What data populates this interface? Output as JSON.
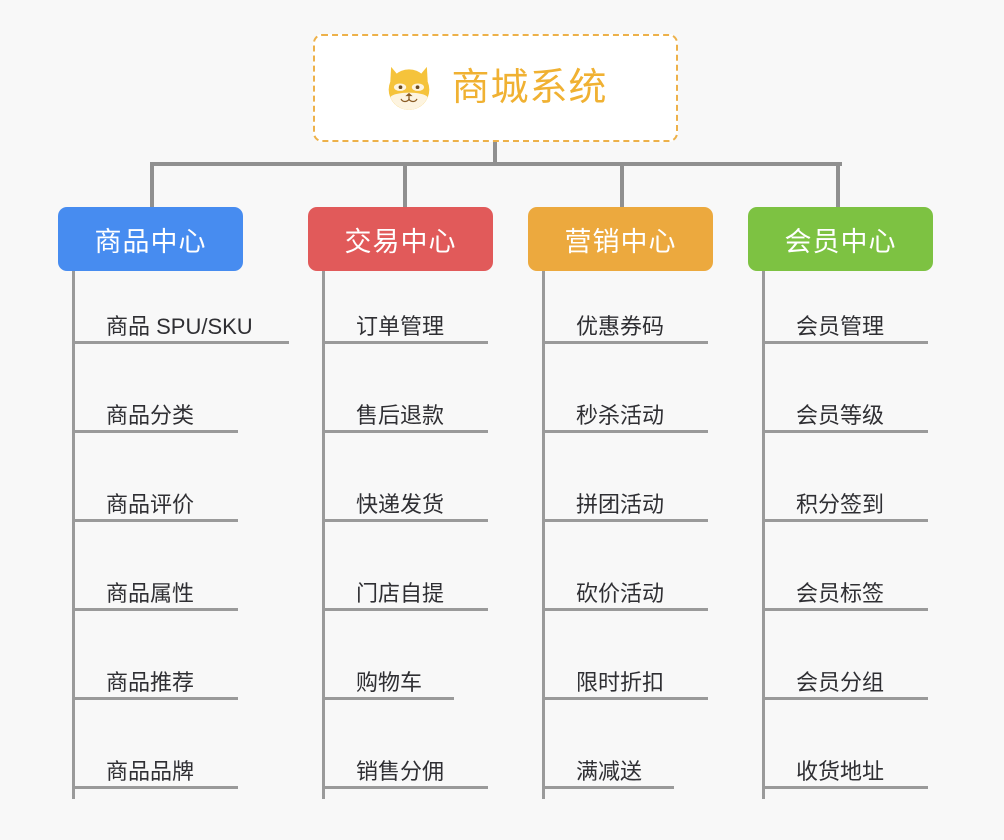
{
  "background_color": "#f8f8f8",
  "root": {
    "title": "商城系统",
    "icon": "dog-face-emoji",
    "title_color": "#f0b132",
    "border_color": "#edb14a"
  },
  "line_color": "#909090",
  "categories": [
    {
      "id": "product-center",
      "label": "商品中心",
      "color": "#478cf0",
      "items": [
        {
          "label": "商品 SPU/SKU"
        },
        {
          "label": "商品分类"
        },
        {
          "label": "商品评价"
        },
        {
          "label": "商品属性"
        },
        {
          "label": "商品推荐"
        },
        {
          "label": "商品品牌"
        }
      ]
    },
    {
      "id": "trade-center",
      "label": "交易中心",
      "color": "#e15a5a",
      "items": [
        {
          "label": "订单管理"
        },
        {
          "label": "售后退款"
        },
        {
          "label": "快递发货"
        },
        {
          "label": "门店自提"
        },
        {
          "label": "购物车"
        },
        {
          "label": "销售分佣"
        }
      ]
    },
    {
      "id": "marketing-center",
      "label": "营销中心",
      "color": "#eca93e",
      "items": [
        {
          "label": "优惠券码"
        },
        {
          "label": "秒杀活动"
        },
        {
          "label": "拼团活动"
        },
        {
          "label": "砍价活动"
        },
        {
          "label": "限时折扣"
        },
        {
          "label": "满减送"
        }
      ]
    },
    {
      "id": "member-center",
      "label": "会员中心",
      "color": "#7dc242",
      "items": [
        {
          "label": "会员管理"
        },
        {
          "label": "会员等级"
        },
        {
          "label": "积分签到"
        },
        {
          "label": "会员标签"
        },
        {
          "label": "会员分组"
        },
        {
          "label": "收货地址"
        }
      ]
    }
  ]
}
